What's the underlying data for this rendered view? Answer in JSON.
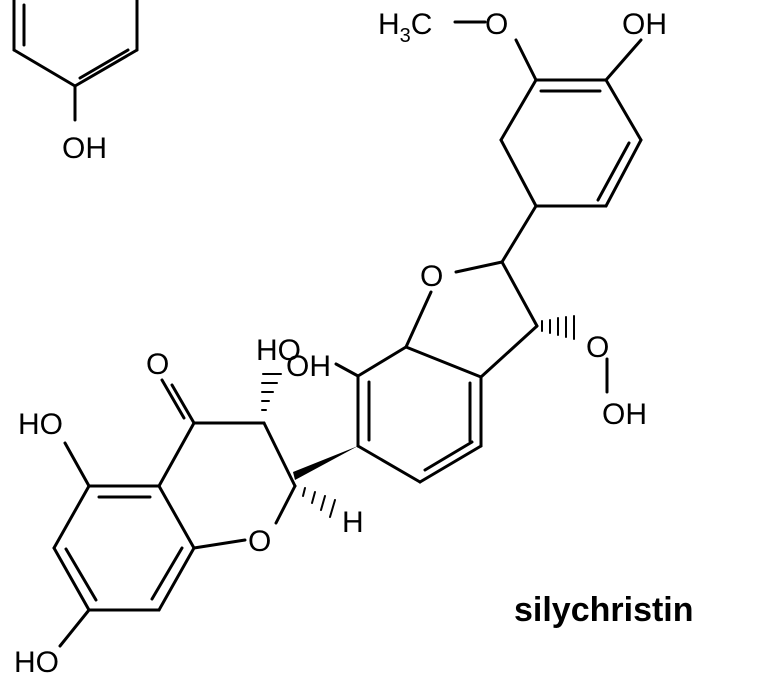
{
  "caption": "silychristin",
  "atoms": {
    "oh_top_left": "OH",
    "methoxy_c": "H",
    "methoxy_sub": "3",
    "methoxy_tail": "C",
    "methoxy_o": "O",
    "oh_top_right": "OH",
    "furan_o": "O",
    "ho_mid_left": "HO",
    "oh_mid": "OH",
    "peroxy_o": "O",
    "peroxy_oh": "OH",
    "ketone_o": "O",
    "ho_left": "HO",
    "ring_o": "O",
    "h_stereo": "H",
    "ho_bottom": "HO"
  },
  "colors": {
    "ink": "#000000",
    "background": "#ffffff"
  }
}
